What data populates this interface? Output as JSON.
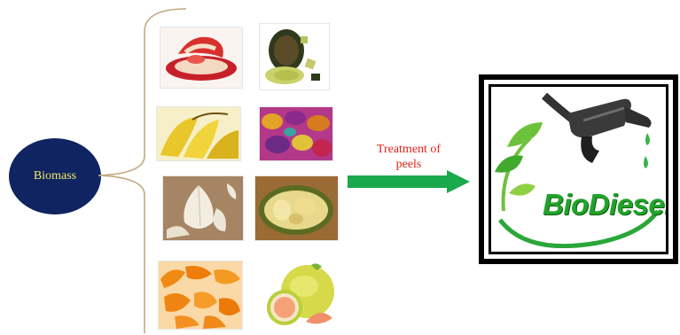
{
  "biomass_label": "Biomass",
  "treatment_label_line1": "Treatment of",
  "treatment_label_line2": "peels",
  "logo_text": "BioDiesel",
  "colors": {
    "ellipse": "#0f2461",
    "ellipse_text": "#f2e86a",
    "treatment_text": "#e0231c",
    "arrow": "#1aa94b",
    "brace": "#c2a97e",
    "logo_green": "#22a32a"
  },
  "peel_images": [
    {
      "name": "apple-peel-image"
    },
    {
      "name": "avocado-peel-image"
    },
    {
      "name": "banana-peel-image"
    },
    {
      "name": "cocoa-pod-image"
    },
    {
      "name": "garlic-peel-image"
    },
    {
      "name": "jackfruit-peel-image"
    },
    {
      "name": "orange-peel-image"
    },
    {
      "name": "pomelo-peel-image"
    }
  ]
}
